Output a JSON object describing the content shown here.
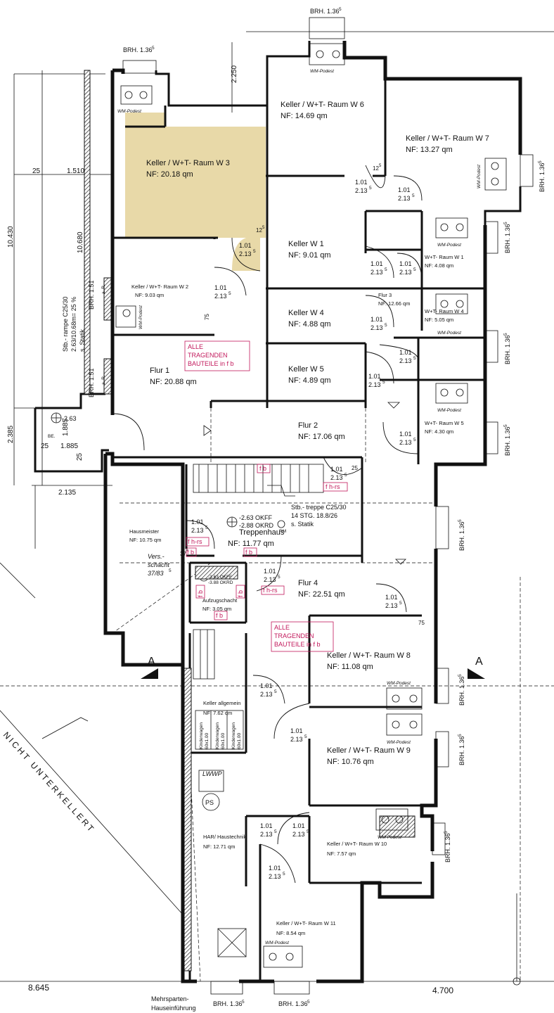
{
  "drawing": {
    "highlight_color": "#e8d9a8",
    "annotation_color": "#c2185b",
    "rooms": [
      {
        "id": "w3",
        "name": "Keller / W+T- Raum W 3",
        "area": "NF: 20.18 qm",
        "highlighted": true
      },
      {
        "id": "w6",
        "name": "Keller / W+T- Raum W 6",
        "area": "NF: 14.69 qm"
      },
      {
        "id": "w7",
        "name": "Keller / W+T- Raum W 7",
        "area": "NF: 13.27 qm"
      },
      {
        "id": "w1",
        "name": "Keller W 1",
        "area": "NF: 9.01 qm"
      },
      {
        "id": "w2",
        "name": "Keller / W+T- Raum W 2",
        "area": "NF: 9.03 qm"
      },
      {
        "id": "w4",
        "name": "Keller W 4",
        "area": "NF: 4.88 qm"
      },
      {
        "id": "w5",
        "name": "Keller W 5",
        "area": "NF: 4.89 qm"
      },
      {
        "id": "wtw1",
        "name": "W+T- Raum W 1",
        "area": "NF: 4.08 qm"
      },
      {
        "id": "flur3",
        "name": "Flur 3",
        "area": "NF: 12.66 qm"
      },
      {
        "id": "wtw4",
        "name": "W+T- Raum W 4",
        "area": "NF: 5.05 qm"
      },
      {
        "id": "wtw5",
        "name": "W+T- Raum W 5",
        "area": "NF: 4.30 qm"
      },
      {
        "id": "flur1",
        "name": "Flur 1",
        "area": "NF: 20.88 qm"
      },
      {
        "id": "flur2",
        "name": "Flur 2",
        "area": "NF: 17.06 qm"
      },
      {
        "id": "hausmeister",
        "name": "Hausmeister",
        "area": "NF: 10.75 qm"
      },
      {
        "id": "treppenhaus",
        "name": "Treppenhaus",
        "area": "NF: 11.77 qm"
      },
      {
        "id": "flur4",
        "name": "Flur 4",
        "area": "NF: 22.51 qm"
      },
      {
        "id": "aufzug",
        "name": "Aufzugschacht",
        "area": "NF: 3.05 qm"
      },
      {
        "id": "w8",
        "name": "Keller / W+T- Raum W 8",
        "area": "NF: 11.08 qm"
      },
      {
        "id": "kellerallg",
        "name": "Keller allgemein",
        "area": "NF: 7.62 qm"
      },
      {
        "id": "w9",
        "name": "Keller / W+T- Raum W 9",
        "area": "NF: 10.76 qm"
      },
      {
        "id": "har",
        "name": "HAR/ Haustechnik",
        "area": "NF: 12.71 qm"
      },
      {
        "id": "w10",
        "name": "Keller / W+T- Raum W 10",
        "area": "NF: 7.57 qm"
      },
      {
        "id": "w11",
        "name": "Keller / W+T- Raum W 11",
        "area": "NF: 8.54 qm"
      }
    ],
    "door_width": "1.01",
    "door_height": "2.13",
    "door_height_sup": "5",
    "window_label": "BRH. 1.36",
    "window_label_sup": "5",
    "wm_podest": "WM-Podest",
    "notes": {
      "alle_tragenden_1": [
        "ALLE",
        "TRAGENDEN",
        "BAUTEILE in f b"
      ],
      "alle_tragenden_2": [
        "ALLE",
        "TRAGENDEN",
        "BAUTEILE in f b"
      ],
      "fb": "f b",
      "fhrs": "f h-rs",
      "vers_schacht": [
        "Vers.-",
        "schacht",
        "37/83"
      ],
      "vers_sup": "5",
      "stair_1": "Stb.-  treppe C25/30",
      "stair_2": "14 STG. 18.8/26",
      "stair_3": "s. Statik",
      "stair_rm": "RM",
      "level_okff": "-2.63 OKFF",
      "level_okrd": "-2.88 OKRD",
      "lift_okff": "-3.63 OKFF",
      "lift_okrd": "-3.88 OKRD",
      "ramp_1": "Stb.-  rampe C25/30",
      "ramp_2": "2.63/10.68m= 25 %",
      "ramp_3": "s. Statik",
      "ramp_level": "-2.63",
      "ramp_be": "BE.",
      "lwwp": "LWWP",
      "ps": "PS",
      "kinderwagen": "Kinderwagen",
      "kinderwagen_size": "60x1.00",
      "aufzug_fb": "f b",
      "unterkellert": "NICHT UNTERKELLERT",
      "hausanschluss": [
        "Mehrsparten-",
        "Hauseinführung"
      ],
      "ar": "a. R.",
      "section_a": "A"
    },
    "dimensions": {
      "d2250": "2.250",
      "d25a": "25",
      "d1510": "1.510",
      "d10430": "10.430",
      "d10680": "10.680",
      "d2385": "2.385",
      "d25b": "25",
      "d1885a": "1.885",
      "d1885b": "1.885",
      "d25c": "25",
      "d2135": "2.135",
      "d8645": "8.645",
      "d4700": "4.700",
      "d125": "12",
      "d125sup": "5",
      "d75": "75",
      "d25d": "25",
      "brh151": "BRH. 1.51",
      "d37": "37",
      "d37sup": "5"
    }
  }
}
